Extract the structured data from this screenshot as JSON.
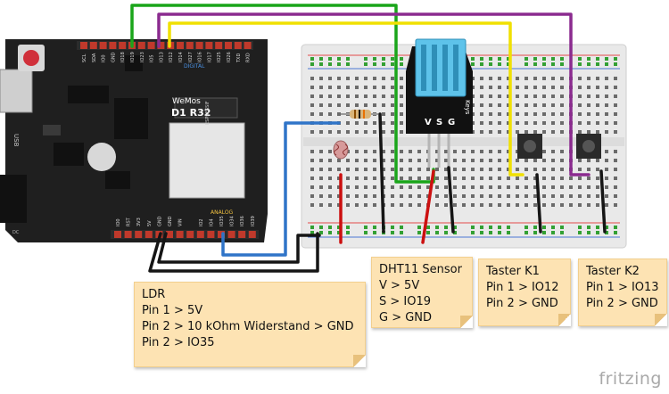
{
  "board": {
    "name": "WeMos",
    "model": "D1 R32",
    "url": "ESPRESSIF",
    "usb_label": "USB",
    "dc_label": "DC",
    "digital_label": "DIGITAL",
    "analog_label": "ANALOG",
    "top_pins": [
      "SCL",
      "SDA",
      "IO0",
      "GND",
      "IO18",
      "IO19",
      "IO23",
      "IO5",
      "IO13",
      "IO12",
      "IO14",
      "IO27",
      "IO16",
      "IO17",
      "IO25",
      "IO26",
      "TXD",
      "RXD"
    ],
    "bottom_pins": [
      "IO0",
      "RST",
      "3V3",
      "5V",
      "GND",
      "GND",
      "VIN",
      "",
      "IO2",
      "IO4",
      "IO35",
      "IO34",
      "IO36",
      "IO39"
    ]
  },
  "sensor": {
    "pins": [
      "V",
      "S",
      "G"
    ],
    "side_label": "Keys"
  },
  "notes": {
    "ldr": [
      "LDR",
      "Pin 1 > 5V",
      "Pin 2 > 10 kOhm Widerstand > GND",
      "Pin 2 > IO35"
    ],
    "dht": [
      "DHT11 Sensor",
      "V > 5V",
      "S > IO19",
      "G > GND"
    ],
    "k1": [
      "Taster K1",
      "Pin 1 > IO12",
      "Pin 2 > GND"
    ],
    "k2": [
      "Taster K2",
      "Pin 1 > IO13",
      "Pin 2 > GND"
    ]
  },
  "brand": "fritzing",
  "colors": {
    "board": "#1f1f1f",
    "breadboard": "#e9e9e9",
    "wire_green": "#1aa51a",
    "wire_purple": "#8b2b8f",
    "wire_yellow": "#f0e000",
    "wire_blue": "#2f74c8",
    "wire_red": "#cc1010",
    "wire_black": "#151515",
    "sensor_blue": "#5ec3ea",
    "note_bg": "#fde3b3"
  }
}
